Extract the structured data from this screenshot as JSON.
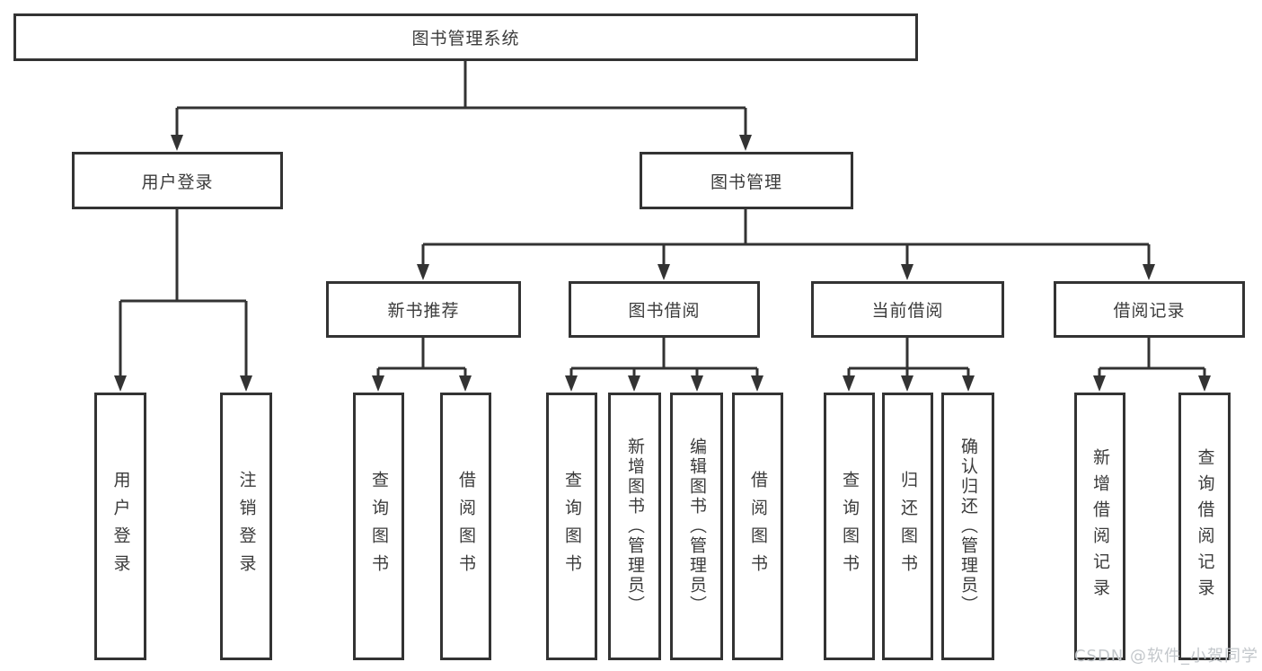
{
  "diagram": {
    "root": {
      "label": "图书管理系统"
    },
    "branches": [
      {
        "label": "用户登录",
        "children": [
          {
            "label": "用户登录"
          },
          {
            "label": "注销登录"
          }
        ]
      },
      {
        "label": "图书管理",
        "children": [
          {
            "label": "新书推荐",
            "children": [
              {
                "label": "查询图书"
              },
              {
                "label": "借阅图书"
              }
            ]
          },
          {
            "label": "图书借阅",
            "children": [
              {
                "label": "查询图书"
              },
              {
                "label": "新增图书（管理员）"
              },
              {
                "label": "编辑图书（管理员）"
              },
              {
                "label": "借阅图书"
              }
            ]
          },
          {
            "label": "当前借阅",
            "children": [
              {
                "label": "查询图书"
              },
              {
                "label": "归还图书"
              },
              {
                "label": "确认归还（管理员）"
              }
            ]
          },
          {
            "label": "借阅记录",
            "children": [
              {
                "label": "新增借阅记录"
              },
              {
                "label": "查询借阅记录"
              }
            ]
          }
        ]
      }
    ]
  },
  "watermark": {
    "text": "CSDN @软件_小贺同学"
  },
  "colors": {
    "line": "#333333",
    "text": "#3b3b3b",
    "box_background": "#ffffff",
    "watermark": "#c3c7cb",
    "background": "#ffffff"
  }
}
